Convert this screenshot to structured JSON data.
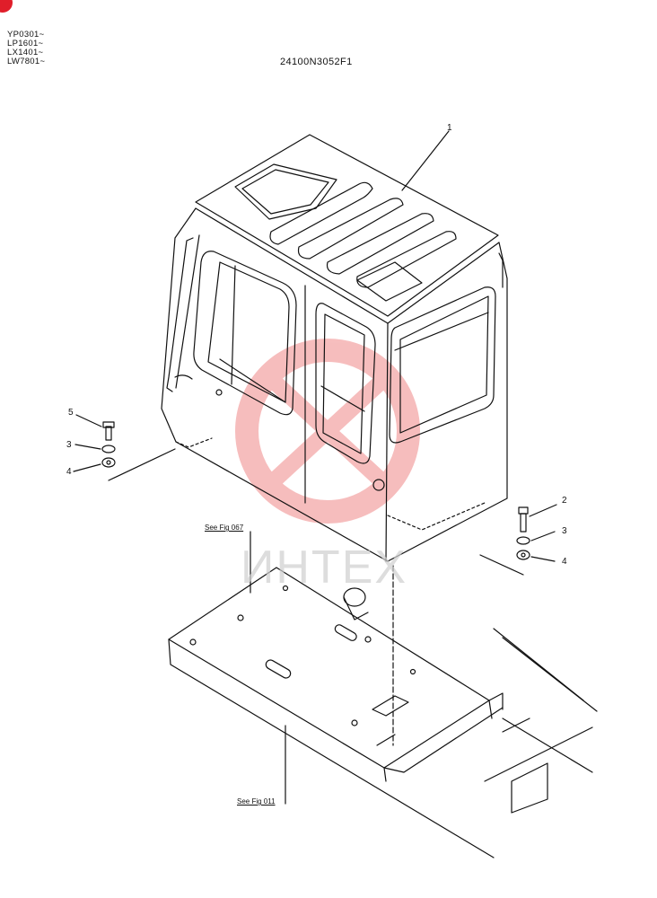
{
  "header": {
    "serials": [
      "YP0301~",
      "LP1601~",
      "LX1401~",
      "LW7801~"
    ],
    "drawing_number": "24100N3052F1"
  },
  "references": {
    "fig_067": "See Fig 067",
    "fig_011": "See Fig 011"
  },
  "callouts": {
    "cab": "1",
    "bolt_right": "2",
    "washer_right": "3",
    "washer_right_2": "4",
    "bolt_left": "5",
    "washer_left": "3",
    "washer_left_2": "4"
  },
  "watermark": {
    "text": "ИНТЕХ",
    "color": "#e84545"
  },
  "colors": {
    "line": "#111111",
    "corner_mark": "#e01e2a"
  }
}
